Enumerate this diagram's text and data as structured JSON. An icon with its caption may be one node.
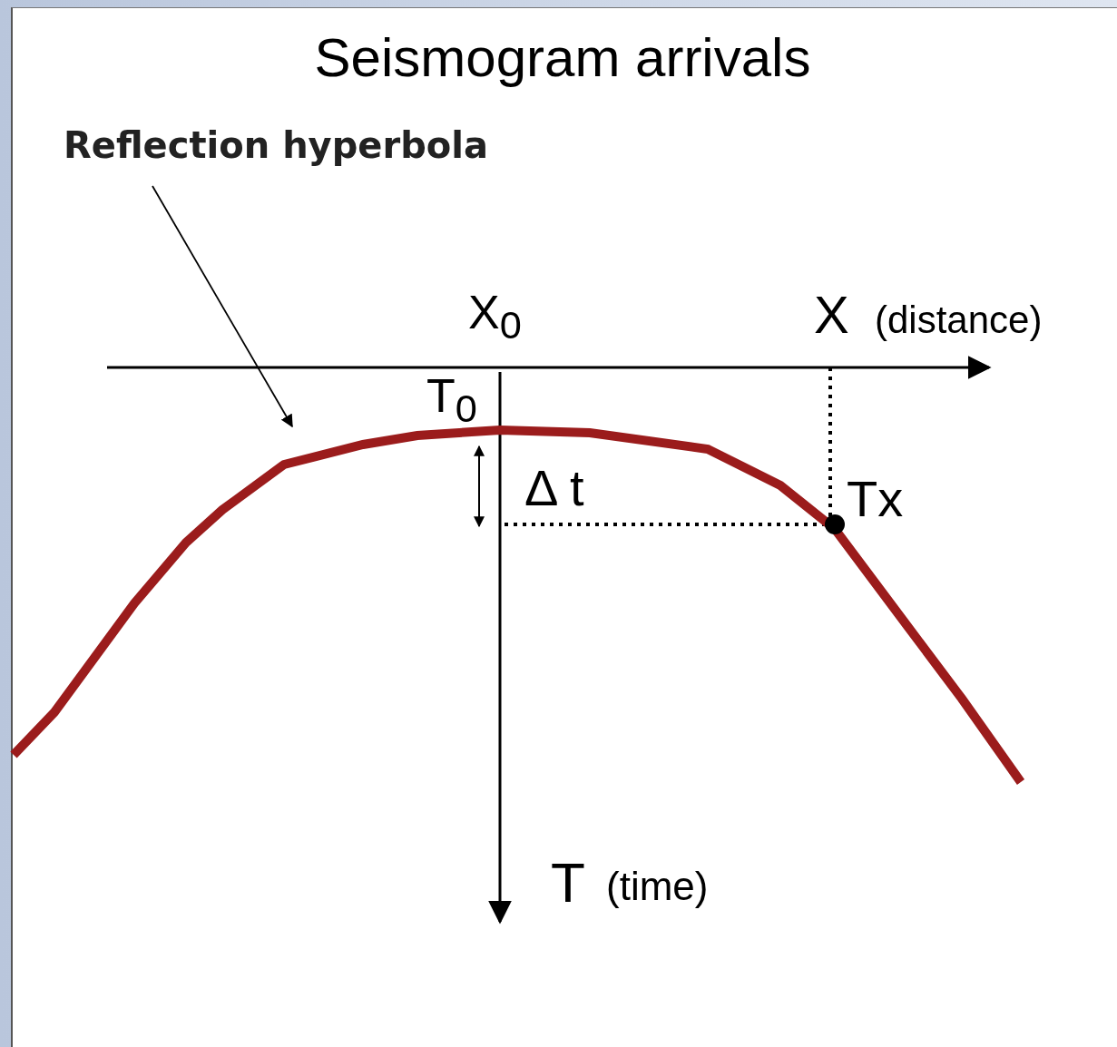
{
  "diagram": {
    "title": "Seismogram arrivals",
    "nodes": [
      {
        "text": [
          "Reflection hyperbola"
        ]
      },
      {
        "text": [],
        "shape": "curve"
      }
    ],
    "edges": [
      {
        "from": 0,
        "to": 1,
        "arrow": "to"
      }
    ],
    "labels": [
      "X$_{0}$",
      "X",
      "(distance)",
      "T$_{0}$",
      "Δ t",
      "Tx",
      "T",
      "(time)"
    ]
  }
}
